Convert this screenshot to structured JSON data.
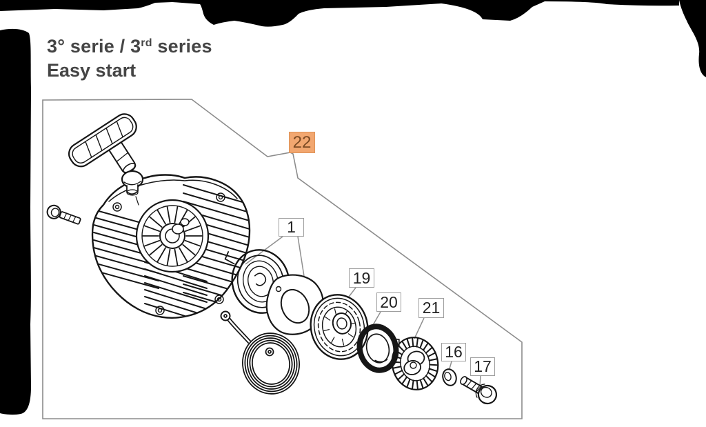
{
  "header": {
    "title_prefix": "3° serie / 3",
    "title_sup": "rd",
    "title_suffix": " series",
    "subtitle": "Easy start"
  },
  "callouts": {
    "highlighted": {
      "label": "22"
    },
    "items": [
      {
        "label": "1"
      },
      {
        "label": "19"
      },
      {
        "label": "20"
      },
      {
        "label": "21"
      },
      {
        "label": "16"
      },
      {
        "label": "17"
      }
    ]
  },
  "colors": {
    "page_bg": "#FFFFFF",
    "torn_edge": "#000000",
    "title_text": "#454545",
    "frame_line": "#8C8C8C",
    "ink": "#161616",
    "callout_border": "#9E9E9E",
    "callout_text": "#222222",
    "highlight_bg": "#F2A770",
    "highlight_border": "#DE9257",
    "highlight_text": "#7B4A23"
  }
}
